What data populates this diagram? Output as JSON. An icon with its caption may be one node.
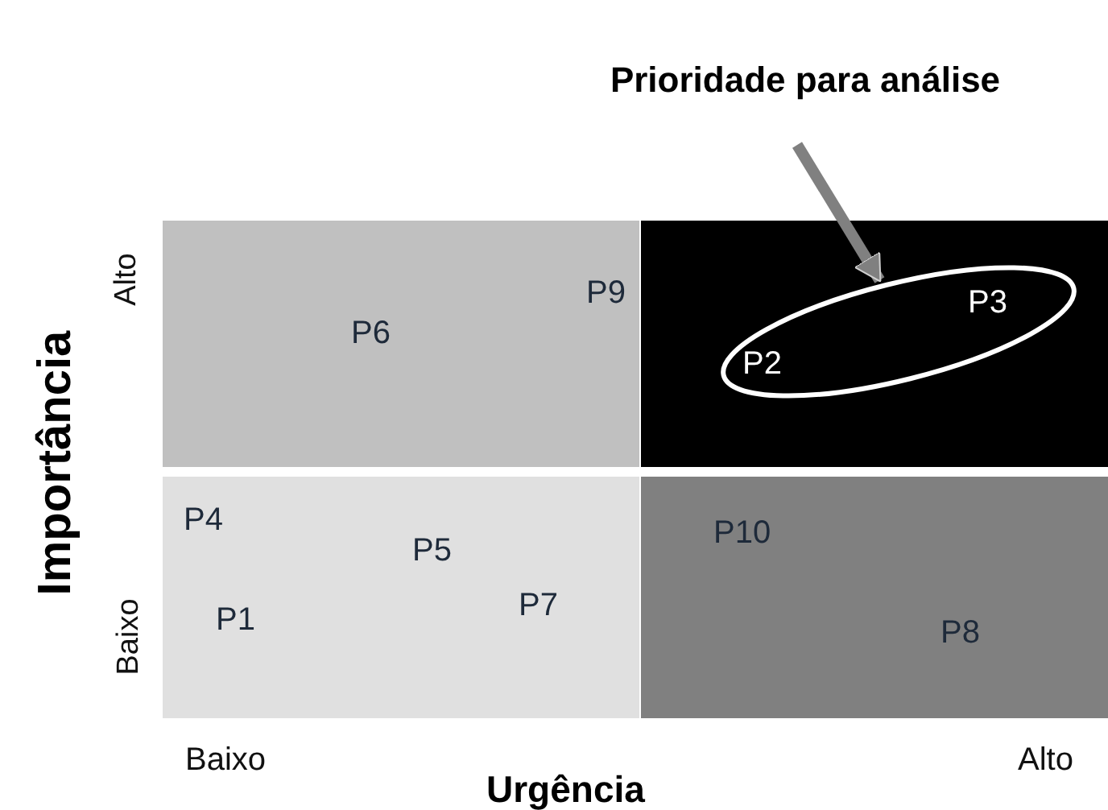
{
  "diagram": {
    "nodes": [
      {
        "text": [
          "Prioridade para análise"
        ]
      },
      {
        "text": [],
        "shape": "ellipse"
      }
    ],
    "edges": [
      {
        "from": 0,
        "to": 1,
        "arrow": "to"
      }
    ],
    "labels": [
      "Importância",
      "Alto",
      "P9",
      "P6",
      "P3",
      "P2",
      "P4",
      "P10",
      "P5",
      "P1",
      "P7",
      "P8",
      "Baixo",
      "Baixo",
      "Alto",
      "Urgência"
    ]
  }
}
